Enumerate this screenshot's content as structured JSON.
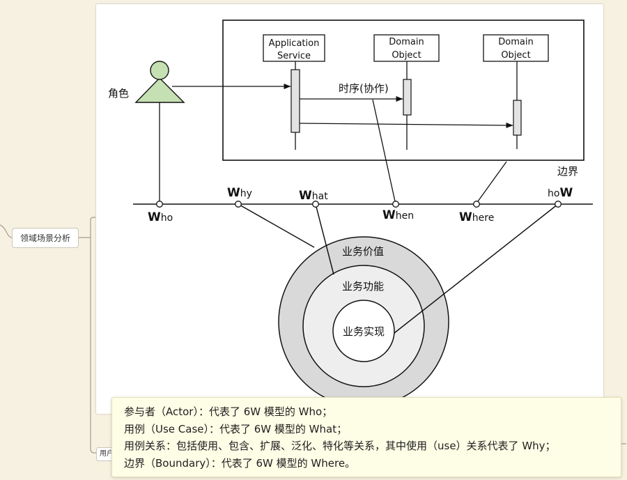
{
  "mindmap": {
    "topic": "领域场景分析",
    "child_topic": "用户"
  },
  "diagram": {
    "actor_label": "角色",
    "lifelines": [
      {
        "label_lines": [
          "Application",
          "Service"
        ]
      },
      {
        "label_lines": [
          "Domain",
          "Object"
        ]
      },
      {
        "label_lines": [
          "Domain",
          "Object"
        ]
      }
    ],
    "sequence_label": "时序(协作)",
    "boundary_label": "边界",
    "axis_points": [
      "Who",
      "Why",
      "What",
      "When",
      "Where",
      "hoW"
    ],
    "rings": {
      "outer": "业务价值",
      "middle": "业务功能",
      "inner": "业务实现"
    },
    "colors": {
      "actor_fill": "#c5e0b3",
      "activation_fill": "#e3e3e3",
      "outer_ring_fill": "#d9d9d9",
      "middle_ring_fill": "#eeeeee",
      "inner_ring_fill": "#ffffff"
    }
  },
  "note": {
    "lines": [
      "参与者（Actor）：代表了 6W 模型的 Who；",
      "用例（Use Case）：代表了 6W 模型的 What；",
      "用例关系：包括使用、包含、扩展、泛化、特化等关系，其中使用（use）关系代表了 Why；",
      "边界（Boundary）：代表了 6W 模型的 Where。"
    ]
  }
}
